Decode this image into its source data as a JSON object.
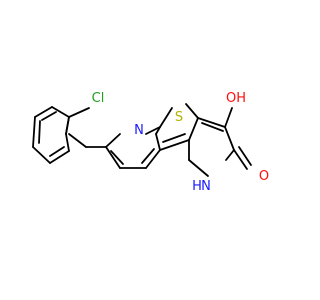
{
  "molecule": {
    "atom_labels": {
      "chlorine": "Cl",
      "ring_nitrogen": "N",
      "sulfur": "S",
      "hydroxyl": "OH",
      "amine_n": "N",
      "amine_h": "H",
      "carbonyl_oxygen": "O"
    },
    "colors": {
      "bond": "#000000",
      "chlorine": "#20a020",
      "nitrogen": "#1a1aff",
      "sulfur": "#b3b300",
      "oxygen": "#ff0d0d",
      "background": "#ffffff"
    }
  }
}
